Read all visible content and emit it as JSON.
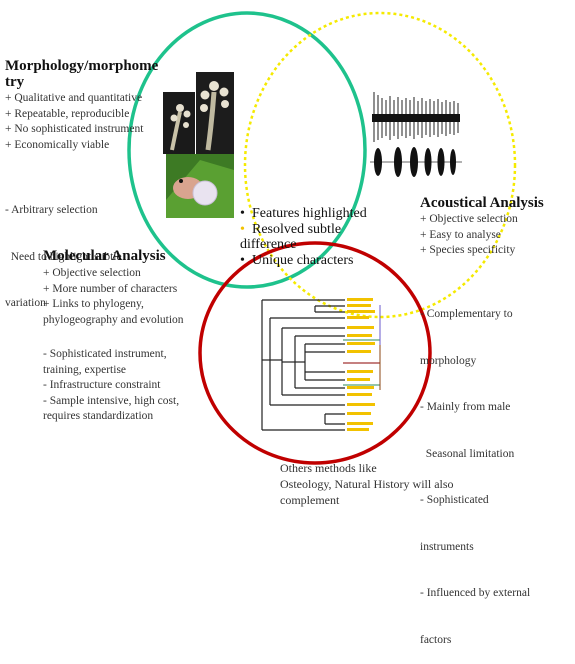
{
  "morphology": {
    "title_line1": "Morphology/morphome",
    "title_line2": "try",
    "items": [
      "+ Qualitative and quantitative",
      "+ Repeatable, reproducible",
      "+ No sophisticated instrument",
      "+ Economically viable"
    ],
    "notes": [
      "- Arbitrary selection",
      "  Need to highlight subtle",
      "variation"
    ]
  },
  "acoustic": {
    "title": "Acoustical Analysis",
    "items": [
      "+ Objective selection",
      "+ Easy to analyse",
      "+ Species specificity"
    ],
    "notes": [
      "- Complementary to",
      "morphology",
      "- Mainly from male",
      "  Seasonal limitation",
      "- Sophisticated",
      "instruments",
      "- Influenced by external",
      "factors"
    ]
  },
  "molecular": {
    "title": "Molecular Analysis",
    "items": [
      "+ Objective selection",
      "+ More number of characters",
      "+ Links to phylogeny,",
      "phylogeography and evolution"
    ],
    "notes": [
      "- Sophisticated instrument,",
      "training, expertise",
      "- Infrastructure constraint",
      "- Sample intensive, high cost,",
      "requires standardization"
    ]
  },
  "intersection": {
    "lines": [
      "Features highlighted",
      "Resolved subtle",
      "difference",
      "Unique characters"
    ]
  },
  "footer": {
    "lines": [
      "Others methods like",
      "Osteology, Natural History will also",
      "complement"
    ]
  },
  "colors": {
    "morphology_circle": "#1ec28c",
    "acoustic_circle": "#f5ea00",
    "molecular_circle": "#c00000",
    "bullet_yellow": "#f2c200"
  }
}
